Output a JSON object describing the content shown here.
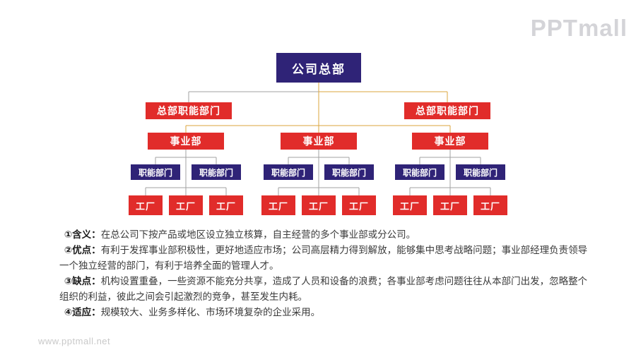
{
  "logo_text": "PPTmall",
  "watermark_text": "www.pptmall.net",
  "colors": {
    "node_navy": "#2f2377",
    "node_red": "#e12c2a",
    "connector_gray": "#a2a2a2",
    "connector_yellow": "#dba53e",
    "body_text": "#3a3a3a",
    "watermark_gray": "#c9c9c9"
  },
  "org_chart": {
    "root": "公司总部",
    "staff_left": "总部职能部门",
    "staff_right": "总部职能部门",
    "divisions": [
      {
        "label": "事业部",
        "depts": [
          "职能部门",
          "职能部门"
        ],
        "factories": [
          "工厂",
          "工厂",
          "工厂"
        ]
      },
      {
        "label": "事业部",
        "depts": [
          "职能部门",
          "职能部门"
        ],
        "factories": [
          "工厂",
          "工厂",
          "工厂"
        ]
      },
      {
        "label": "事业部",
        "depts": [
          "职能部门",
          "职能部门"
        ],
        "factories": [
          "工厂",
          "工厂",
          "工厂"
        ]
      }
    ]
  },
  "notes": [
    {
      "label": "①含义：",
      "text": "在总公司下按产品或地区设立独立核算，自主经营的多个事业部或分公司。"
    },
    {
      "label": "②优点：",
      "text": "有利于发挥事业部积极性，更好地适应市场；公司高层精力得到解放，能够集中思考战略问题；事业部经理负责领导一个独立经营的部门，有利于培养全面的管理人才。"
    },
    {
      "label": "③缺点：",
      "text": "机构设置重叠，一些资源不能充分共享，造成了人员和设备的浪费；各事业部考虑问题往往从本部门出发，忽略整个组织的利益，彼此之间会引起激烈的竞争，甚至发生内耗。"
    },
    {
      "label": "④适应：",
      "text": "规模较大、业务多样化、市场环境复杂的企业采用。"
    }
  ]
}
